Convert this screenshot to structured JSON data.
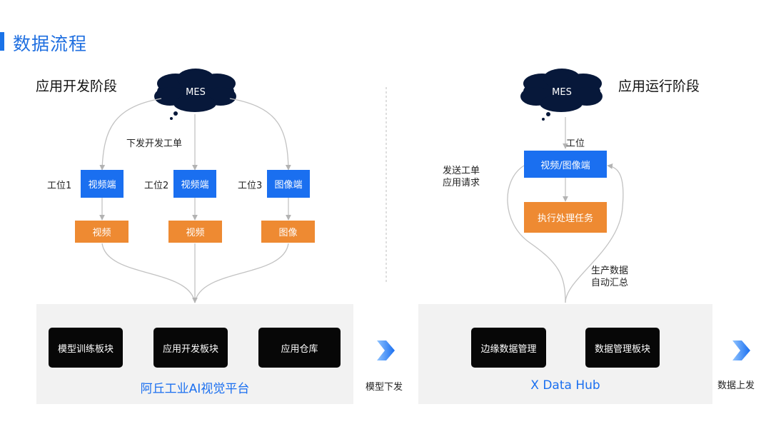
{
  "header": {
    "title": "数据流程"
  },
  "dev_stage": {
    "title": "应用开发阶段",
    "mes": "MES",
    "dispatch_label": "下发开发工单",
    "stations": [
      {
        "station": "工位1",
        "terminal": "视频端",
        "data": "视频"
      },
      {
        "station": "工位2",
        "terminal": "视频端",
        "data": "视频"
      },
      {
        "station": "工位3",
        "terminal": "图像端",
        "data": "图像"
      }
    ],
    "modules": [
      "模型训练板块",
      "应用开发板块",
      "应用仓库"
    ],
    "platform_name": "阿丘工业AI视觉平台"
  },
  "transfer_label": "模型下发",
  "run_stage": {
    "title": "应用运行阶段",
    "mes": "MES",
    "station_label": "工位",
    "terminal": "视频/图像端",
    "task": "执行处理任务",
    "request_label_1": "发送工单",
    "request_label_2": "应用请求",
    "collect_label_1": "生产数据",
    "collect_label_2": "自动汇总",
    "modules": [
      "边缘数据管理",
      "数据管理板块"
    ],
    "platform_name": "X Data Hub"
  },
  "upload_label": "数据上发",
  "colors": {
    "accent_blue": "#1a6ff0",
    "orange": "#ee8a32",
    "module_black": "#070707",
    "platform_gray": "#f2f2f2"
  }
}
